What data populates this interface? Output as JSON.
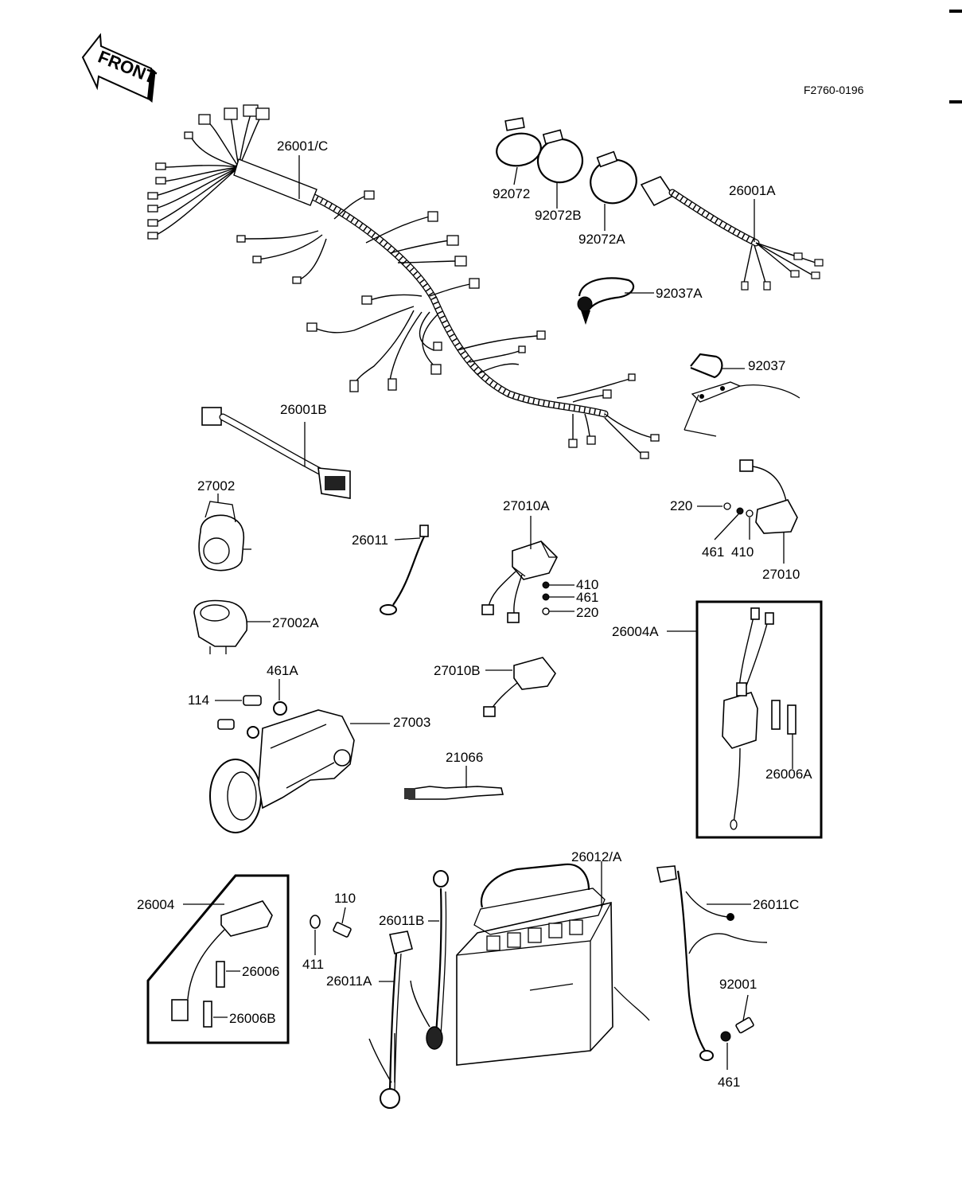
{
  "diagram": {
    "front_label": "FRONT",
    "drawing_code": "F2760-0196",
    "parts": [
      {
        "id": "p-26001c",
        "label": "26001/C"
      },
      {
        "id": "p-92072",
        "label": "92072"
      },
      {
        "id": "p-92072b",
        "label": "92072B"
      },
      {
        "id": "p-92072a",
        "label": "92072A"
      },
      {
        "id": "p-26001a",
        "label": "26001A"
      },
      {
        "id": "p-92037a",
        "label": "92037A"
      },
      {
        "id": "p-92037",
        "label": "92037"
      },
      {
        "id": "p-26001b",
        "label": "26001B"
      },
      {
        "id": "p-27002",
        "label": "27002"
      },
      {
        "id": "p-26011",
        "label": "26011"
      },
      {
        "id": "p-27010a",
        "label": "27010A"
      },
      {
        "id": "p-410-a",
        "label": "410"
      },
      {
        "id": "p-461-a",
        "label": "461"
      },
      {
        "id": "p-220-a",
        "label": "220"
      },
      {
        "id": "p-220-b",
        "label": "220"
      },
      {
        "id": "p-461-b",
        "label": "461"
      },
      {
        "id": "p-410-b",
        "label": "410"
      },
      {
        "id": "p-27010",
        "label": "27010"
      },
      {
        "id": "p-27002a",
        "label": "27002A"
      },
      {
        "id": "p-26004a",
        "label": "26004A"
      },
      {
        "id": "p-461a",
        "label": "461A"
      },
      {
        "id": "p-114",
        "label": "114"
      },
      {
        "id": "p-27003",
        "label": "27003"
      },
      {
        "id": "p-27010b",
        "label": "27010B"
      },
      {
        "id": "p-21066",
        "label": "21066"
      },
      {
        "id": "p-26006a",
        "label": "26006A"
      },
      {
        "id": "p-26012a",
        "label": "26012/A"
      },
      {
        "id": "p-26004",
        "label": "26004"
      },
      {
        "id": "p-110",
        "label": "110"
      },
      {
        "id": "p-26011c",
        "label": "26011C"
      },
      {
        "id": "p-26011b",
        "label": "26011B"
      },
      {
        "id": "p-26006",
        "label": "26006"
      },
      {
        "id": "p-411",
        "label": "411"
      },
      {
        "id": "p-26011a",
        "label": "26011A"
      },
      {
        "id": "p-26006b",
        "label": "26006B"
      },
      {
        "id": "p-92001",
        "label": "92001"
      },
      {
        "id": "p-461-c",
        "label": "461"
      }
    ]
  }
}
